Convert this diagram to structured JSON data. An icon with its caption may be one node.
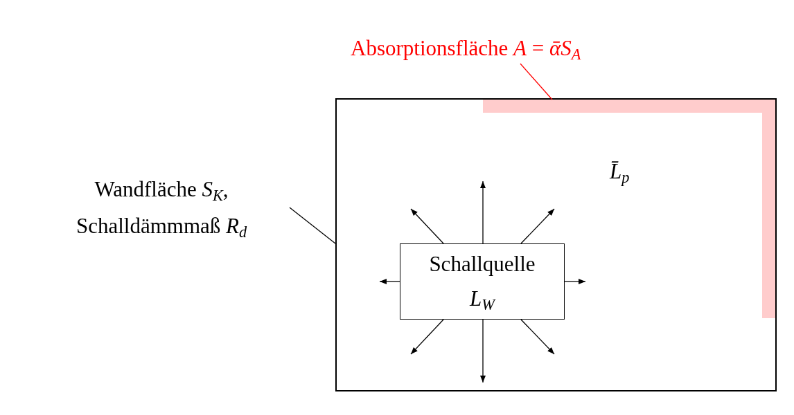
{
  "diagram": {
    "nodes": [
      {
        "text": [
          "Absorptionsfläche *A* = *ᾱS*$_{A}$"
        ]
      },
      {
        "text": [
          "*L̄*$_{p}$"
        ]
      },
      {
        "text": [],
        "shape": "band",
        "in": 1
      },
      {
        "text": [
          "Wandfläche *S*$_{K}$, Schalldämmmaß *R*$_{d}$"
        ]
      },
      {
        "text": [
          "Schallquelle *L*$_{W}$"
        ],
        "in": 1
      }
    ],
    "edges": [
      {
        "from": 0,
        "to": 2,
        "arrow": "none",
        "color": "#ff0000"
      },
      {
        "from": 3,
        "to": 1,
        "arrow": "none"
      },
      {
        "from": 4,
        "to": null,
        "arrow": "to"
      },
      {
        "from": 4,
        "to": null,
        "arrow": "to"
      },
      {
        "from": 4,
        "to": null,
        "arrow": "to"
      },
      {
        "from": 4,
        "to": null,
        "arrow": "to"
      },
      {
        "from": 4,
        "to": null,
        "arrow": "to"
      },
      {
        "from": 4,
        "to": null,
        "arrow": "to"
      },
      {
        "from": 4,
        "to": null,
        "arrow": "to"
      },
      {
        "from": 4,
        "to": null,
        "arrow": "to"
      }
    ]
  }
}
